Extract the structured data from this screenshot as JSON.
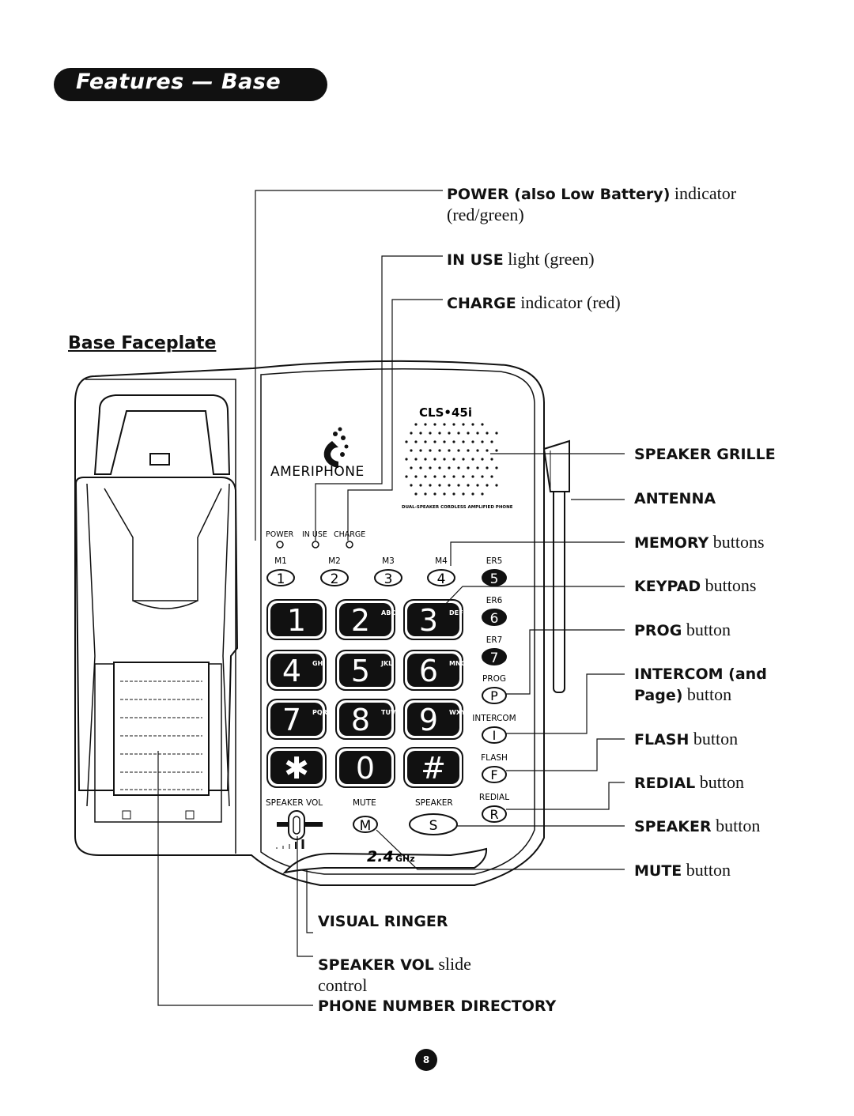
{
  "header": {
    "title": "Features — Base"
  },
  "figure_title": "Base Faceplate",
  "phone": {
    "model": "CLS•45i",
    "brand": "AMERIPHONE",
    "grille_caption": "DUAL-SPEAKER CORDLESS AMPLIFIED PHONE",
    "indicator_labels": [
      "POWER",
      "IN USE",
      "CHARGE"
    ],
    "memory_labels": [
      "M1",
      "M2",
      "M3",
      "M4"
    ],
    "memory_digits": [
      "1",
      "2",
      "3",
      "4"
    ],
    "er_labels": [
      "ER5",
      "ER6",
      "ER7"
    ],
    "er_digits": [
      "5",
      "6",
      "7"
    ],
    "keypad": [
      {
        "digit": "1",
        "letters": ""
      },
      {
        "digit": "2",
        "letters": "ABC"
      },
      {
        "digit": "3",
        "letters": "DEF"
      },
      {
        "digit": "4",
        "letters": "GHI"
      },
      {
        "digit": "5",
        "letters": "JKL"
      },
      {
        "digit": "6",
        "letters": "MNO"
      },
      {
        "digit": "7",
        "letters": "PQRS"
      },
      {
        "digit": "8",
        "letters": "TUV"
      },
      {
        "digit": "9",
        "letters": "WXYZ"
      },
      {
        "digit": "✱",
        "letters": ""
      },
      {
        "digit": "0",
        "letters": ""
      },
      {
        "digit": "#",
        "letters": ""
      }
    ],
    "side_buttons": [
      {
        "label": "PROG",
        "letter": "P"
      },
      {
        "label": "INTERCOM",
        "letter": "I"
      },
      {
        "label": "FLASH",
        "letter": "F"
      },
      {
        "label": "REDIAL",
        "letter": "R"
      }
    ],
    "bottom_labels": [
      "SPEAKER VOL",
      "MUTE",
      "SPEAKER"
    ],
    "mute_letter": "M",
    "speaker_letter": "S",
    "freq_number": "2.4",
    "freq_unit": "GHz"
  },
  "callouts": {
    "power": {
      "bold": "POWER (also Low Battery)",
      "rest": " indicator",
      "line2": "(red/green)"
    },
    "in_use": {
      "bold": "IN USE",
      "rest": " light  (green)"
    },
    "charge": {
      "bold": "CHARGE",
      "rest": " indicator  (red)"
    },
    "speaker_grille": {
      "bold": "SPEAKER GRILLE",
      "rest": ""
    },
    "antenna": {
      "bold": "ANTENNA",
      "rest": ""
    },
    "memory": {
      "bold": "MEMORY",
      "rest": " buttons"
    },
    "keypad": {
      "bold": "KEYPAD",
      "rest": " buttons"
    },
    "prog": {
      "bold": "PROG",
      "rest": " button"
    },
    "intercom": {
      "bold": "INTERCOM (and",
      "line2_bold": "Page)",
      "line2_rest": " button"
    },
    "flash": {
      "bold": "FLASH",
      "rest": " button"
    },
    "redial": {
      "bold": "REDIAL",
      "rest": " button"
    },
    "speaker": {
      "bold": "SPEAKER",
      "rest": " button"
    },
    "mute": {
      "bold": "MUTE",
      "rest": " button"
    },
    "visual_ringer": {
      "bold": "VISUAL RINGER",
      "rest": ""
    },
    "speaker_vol": {
      "bold": "SPEAKER VOL",
      "rest": "  slide",
      "line2": "control"
    },
    "phone_directory": {
      "bold": "PHONE NUMBER DIRECTORY",
      "rest": ""
    }
  },
  "page_number": "8"
}
